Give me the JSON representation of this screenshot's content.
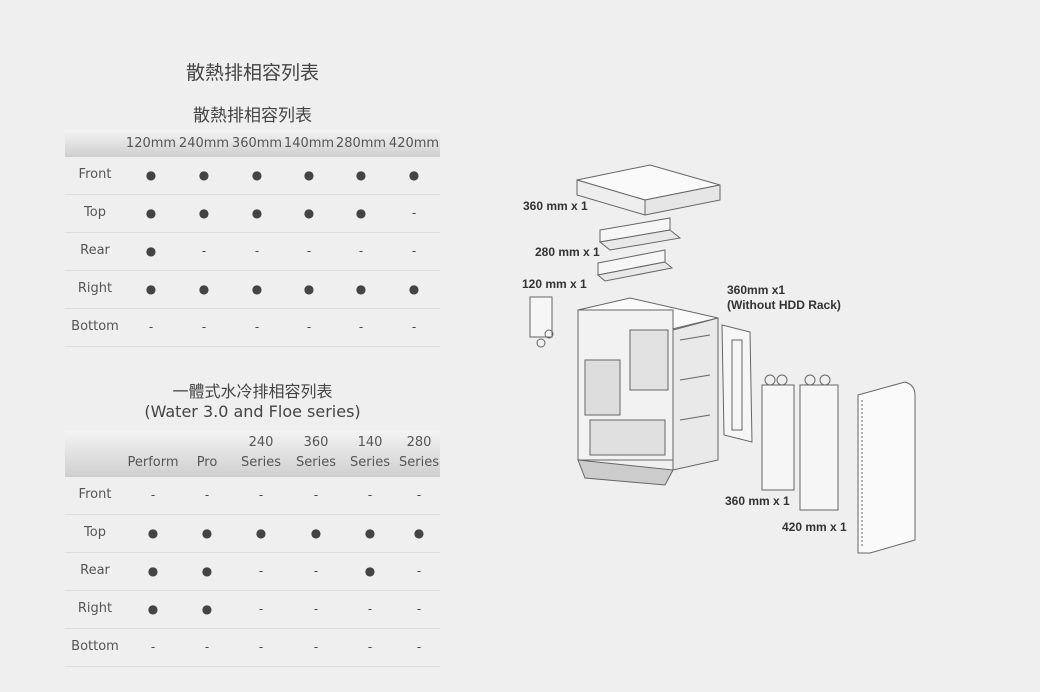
{
  "page_title": "散熱排相容列表",
  "table1": {
    "title": "散熱排相容列表",
    "headers": [
      "120mm",
      "240mm",
      "360mm",
      "140mm",
      "280mm",
      "420mm"
    ],
    "rows": [
      {
        "label": "Front",
        "cells": [
          "●",
          "●",
          "●",
          "●",
          "●",
          "●"
        ]
      },
      {
        "label": "Top",
        "cells": [
          "●",
          "●",
          "●",
          "●",
          "●",
          "-"
        ]
      },
      {
        "label": "Rear",
        "cells": [
          "●",
          "-",
          "-",
          "-",
          "-",
          "-"
        ]
      },
      {
        "label": "Right",
        "cells": [
          "●",
          "●",
          "●",
          "●",
          "●",
          "●"
        ]
      },
      {
        "label": "Bottom",
        "cells": [
          "-",
          "-",
          "-",
          "-",
          "-",
          "-"
        ]
      }
    ]
  },
  "table2": {
    "title_line1": "一體式水冷排相容列表",
    "title_line2": "(Water 3.0 and Floe series)",
    "headers": [
      [
        "",
        "Perform"
      ],
      [
        "",
        "Pro"
      ],
      [
        "240",
        "Series"
      ],
      [
        "360",
        "Series"
      ],
      [
        "140",
        "Series"
      ],
      [
        "280",
        "Series"
      ]
    ],
    "rows": [
      {
        "label": "Front",
        "cells": [
          "-",
          "-",
          "-",
          "-",
          "-",
          "-"
        ]
      },
      {
        "label": "Top",
        "cells": [
          "●",
          "●",
          "●",
          "●",
          "●",
          "●"
        ]
      },
      {
        "label": "Rear",
        "cells": [
          "●",
          "●",
          "-",
          "-",
          "●",
          "-"
        ]
      },
      {
        "label": "Right",
        "cells": [
          "●",
          "●",
          "-",
          "-",
          "-",
          "-"
        ]
      },
      {
        "label": "Bottom",
        "cells": [
          "-",
          "-",
          "-",
          "-",
          "-",
          "-"
        ]
      }
    ]
  },
  "diagram": {
    "labels": {
      "top360": "360 mm x 1",
      "top280": "280 mm x 1",
      "rear120": "120 mm x 1",
      "right360": "360mm x1",
      "right360_note": "(Without HDD Rack)",
      "front360": "360 mm x 1",
      "front420": "420 mm x 1"
    }
  }
}
